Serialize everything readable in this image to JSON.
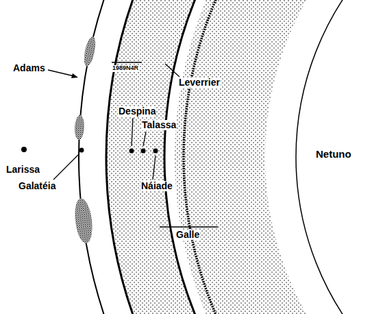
{
  "diagram": {
    "labels": [
      "Adams",
      "Larissa",
      "Galatéia",
      "1989N4R",
      "Leverrier",
      "Despina",
      "Talassa",
      "Náiade",
      "Netuno",
      "Galle"
    ]
  }
}
